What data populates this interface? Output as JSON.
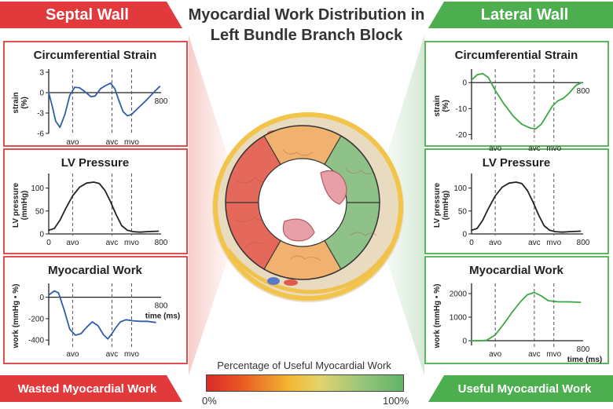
{
  "title_line1": "Myocardial Work Distribution in",
  "title_line2": "Left Bundle Branch Block",
  "left_banner": "Septal Wall",
  "right_banner": "Lateral Wall",
  "left_footer": "Wasted Myocardial Work",
  "right_footer": "Useful Myocardial Work",
  "legend": {
    "title": "Percentage of Useful Myocardial Work",
    "min": "0%",
    "max": "100%"
  },
  "colors": {
    "septal": "#e23a3c",
    "lateral": "#4cae4f",
    "trace_blue": "#2e5ea8",
    "trace_green": "#3aa83f",
    "trace_black": "#222222"
  },
  "chart_data": [
    {
      "id": "septal-strain",
      "type": "line",
      "title": "Circumferential Strain",
      "ylabel": "strain (%)",
      "xlabel": "",
      "ylim": [
        -6,
        3
      ],
      "xlim": [
        0,
        800
      ],
      "yticks": [
        "3",
        "0",
        "-3",
        "-6"
      ],
      "xtick_end": "800",
      "markers": [
        {
          "label": "avo",
          "x": 170
        },
        {
          "label": "avc",
          "x": 450
        },
        {
          "label": "mvo",
          "x": 590
        }
      ],
      "series": [
        {
          "color": "#2e5ea8",
          "values": [
            [
              0,
              0
            ],
            [
              25,
              -2
            ],
            [
              50,
              -4.2
            ],
            [
              80,
              -5.1
            ],
            [
              115,
              -3.2
            ],
            [
              150,
              -0.4
            ],
            [
              185,
              0.8
            ],
            [
              220,
              0.7
            ],
            [
              260,
              0.1
            ],
            [
              300,
              -0.6
            ],
            [
              330,
              -0.5
            ],
            [
              370,
              0.6
            ],
            [
              410,
              1.1
            ],
            [
              440,
              1.4
            ],
            [
              470,
              0.6
            ],
            [
              500,
              -1.2
            ],
            [
              530,
              -2.8
            ],
            [
              560,
              -3.4
            ],
            [
              590,
              -3.2
            ],
            [
              620,
              -2.6
            ],
            [
              660,
              -1.8
            ],
            [
              700,
              -1.0
            ],
            [
              750,
              0.1
            ],
            [
              790,
              0.9
            ]
          ]
        }
      ]
    },
    {
      "id": "septal-pressure",
      "type": "line",
      "title": "LV Pressure",
      "ylabel": "LV pressure (mmHg)",
      "xlabel": "",
      "ylim": [
        0,
        125
      ],
      "xlim": [
        0,
        800
      ],
      "yticks": [
        "100",
        "50",
        "0"
      ],
      "xtick_start": "0",
      "xtick_end": "800",
      "markers": [
        {
          "label": "avo",
          "x": 170
        },
        {
          "label": "avc",
          "x": 450
        },
        {
          "label": "mvo",
          "x": 590
        }
      ],
      "series": [
        {
          "color": "#222222",
          "values": [
            [
              0,
              8
            ],
            [
              40,
              12
            ],
            [
              80,
              30
            ],
            [
              120,
              55
            ],
            [
              170,
              83
            ],
            [
              220,
              102
            ],
            [
              270,
              111
            ],
            [
              320,
              113
            ],
            [
              360,
              110
            ],
            [
              400,
              95
            ],
            [
              440,
              70
            ],
            [
              480,
              42
            ],
            [
              520,
              18
            ],
            [
              560,
              8
            ],
            [
              600,
              5
            ],
            [
              650,
              4
            ],
            [
              700,
              5
            ],
            [
              780,
              6
            ]
          ]
        }
      ]
    },
    {
      "id": "septal-work",
      "type": "line",
      "title": "Myocardial Work",
      "ylabel": "work (mmHg • %)",
      "xlabel": "time (ms)",
      "ylim": [
        -450,
        100
      ],
      "xlim": [
        0,
        800
      ],
      "yticks": [
        "0",
        "-200",
        "-400"
      ],
      "xtick_end": "800",
      "markers": [
        {
          "label": "avo",
          "x": 170
        },
        {
          "label": "avc",
          "x": 450
        },
        {
          "label": "mvo",
          "x": 590
        }
      ],
      "series": [
        {
          "color": "#2e5ea8",
          "values": [
            [
              0,
              20
            ],
            [
              40,
              60
            ],
            [
              70,
              40
            ],
            [
              110,
              -120
            ],
            [
              150,
              -300
            ],
            [
              190,
              -355
            ],
            [
              230,
              -340
            ],
            [
              270,
              -280
            ],
            [
              310,
              -230
            ],
            [
              350,
              -265
            ],
            [
              390,
              -350
            ],
            [
              420,
              -390
            ],
            [
              450,
              -340
            ],
            [
              480,
              -280
            ],
            [
              510,
              -230
            ],
            [
              550,
              -210
            ],
            [
              600,
              -220
            ],
            [
              650,
              -225
            ],
            [
              700,
              -225
            ],
            [
              760,
              -235
            ]
          ]
        }
      ]
    },
    {
      "id": "lateral-strain",
      "type": "line",
      "title": "Circumferential Strain",
      "ylabel": "strain (%)",
      "xlabel": "",
      "ylim": [
        -22,
        4
      ],
      "xlim": [
        0,
        800
      ],
      "yticks": [
        "0",
        "-10",
        "-20"
      ],
      "xtick_end": "800",
      "markers": [
        {
          "label": "avo",
          "x": 170
        },
        {
          "label": "avc",
          "x": 450
        },
        {
          "label": "mvo",
          "x": 590
        }
      ],
      "series": [
        {
          "color": "#3aa83f",
          "values": [
            [
              0,
              1
            ],
            [
              40,
              3
            ],
            [
              80,
              3.5
            ],
            [
              120,
              2
            ],
            [
              170,
              -3
            ],
            [
              230,
              -8
            ],
            [
              300,
              -13
            ],
            [
              360,
              -16
            ],
            [
              420,
              -17.5
            ],
            [
              460,
              -17.8
            ],
            [
              500,
              -16
            ],
            [
              540,
              -12.5
            ],
            [
              580,
              -9
            ],
            [
              620,
              -7
            ],
            [
              660,
              -6
            ],
            [
              700,
              -4
            ],
            [
              750,
              -1
            ],
            [
              790,
              0
            ]
          ]
        }
      ]
    },
    {
      "id": "lateral-pressure",
      "type": "line",
      "title": "LV Pressure",
      "ylabel": "LV pressure (mmHg)",
      "xlabel": "",
      "ylim": [
        0,
        125
      ],
      "xlim": [
        0,
        800
      ],
      "yticks": [
        "100",
        "50",
        "0"
      ],
      "xtick_start": "0",
      "xtick_end": "800",
      "markers": [
        {
          "label": "avo",
          "x": 170
        },
        {
          "label": "avc",
          "x": 450
        },
        {
          "label": "mvo",
          "x": 590
        }
      ],
      "series": [
        {
          "color": "#222222",
          "values": [
            [
              0,
              8
            ],
            [
              40,
              12
            ],
            [
              80,
              30
            ],
            [
              120,
              55
            ],
            [
              170,
              83
            ],
            [
              220,
              102
            ],
            [
              270,
              111
            ],
            [
              320,
              113
            ],
            [
              360,
              110
            ],
            [
              400,
              95
            ],
            [
              440,
              70
            ],
            [
              480,
              42
            ],
            [
              520,
              18
            ],
            [
              560,
              8
            ],
            [
              600,
              5
            ],
            [
              650,
              4
            ],
            [
              700,
              5
            ],
            [
              780,
              6
            ]
          ]
        }
      ]
    },
    {
      "id": "lateral-work",
      "type": "line",
      "title": "Myocardial Work",
      "ylabel": "work (mmHg • %)",
      "xlabel": "time (ms)",
      "ylim": [
        -200,
        2300
      ],
      "xlim": [
        0,
        800
      ],
      "yticks": [
        "2000",
        "1000",
        "0"
      ],
      "xtick_end": "800",
      "markers": [
        {
          "label": "avo",
          "x": 170
        },
        {
          "label": "avc",
          "x": 450
        },
        {
          "label": "mvo",
          "x": 590
        }
      ],
      "series": [
        {
          "color": "#3aa83f",
          "values": [
            [
              0,
              0
            ],
            [
              60,
              0
            ],
            [
              110,
              20
            ],
            [
              170,
              250
            ],
            [
              230,
              700
            ],
            [
              290,
              1200
            ],
            [
              350,
              1650
            ],
            [
              400,
              1950
            ],
            [
              450,
              2050
            ],
            [
              500,
              1900
            ],
            [
              550,
              1700
            ],
            [
              620,
              1650
            ],
            [
              700,
              1650
            ],
            [
              780,
              1630
            ]
          ]
        }
      ]
    }
  ]
}
